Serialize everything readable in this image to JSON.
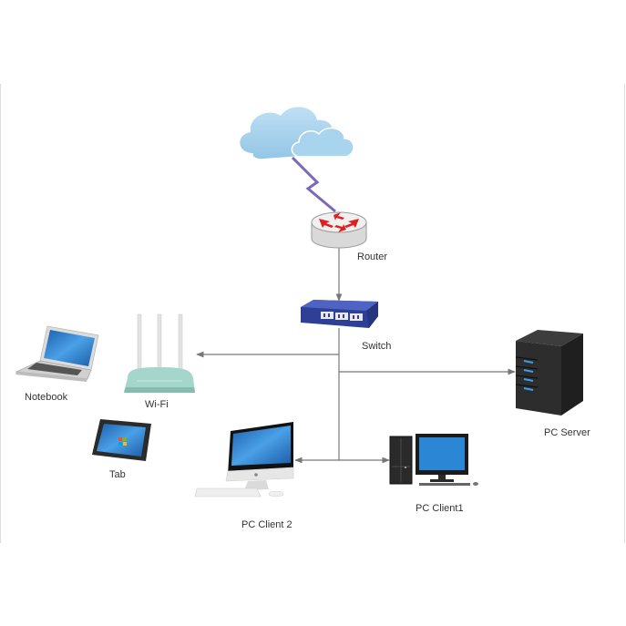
{
  "diagram": {
    "title": "",
    "nodes": [
      {
        "id": "cloud",
        "label": "",
        "type": "internet-cloud"
      },
      {
        "id": "router",
        "label": "Router",
        "type": "router"
      },
      {
        "id": "switch",
        "label": "Switch",
        "type": "network-switch"
      },
      {
        "id": "wifi",
        "label": "Wi-Fi",
        "type": "wireless-router"
      },
      {
        "id": "notebook",
        "label": "Notebook",
        "type": "laptop"
      },
      {
        "id": "tab",
        "label": "Tab",
        "type": "tablet"
      },
      {
        "id": "pc_client_2",
        "label": "PC Client 2",
        "type": "all-in-one-desktop"
      },
      {
        "id": "pc_client_1",
        "label": "PC Client1",
        "type": "desktop-tower"
      },
      {
        "id": "pc_server",
        "label": "PC Server",
        "type": "server-tower"
      }
    ],
    "edges": [
      {
        "from": "cloud",
        "to": "router",
        "style": "lightning"
      },
      {
        "from": "router",
        "to": "switch",
        "style": "arrow"
      },
      {
        "from": "switch",
        "to": "wifi",
        "style": "arrow"
      },
      {
        "from": "switch",
        "to": "pc_server",
        "style": "arrow"
      },
      {
        "from": "switch",
        "to": "pc_client_2",
        "style": "arrow"
      },
      {
        "from": "switch",
        "to": "pc_client_1",
        "style": "arrow"
      }
    ],
    "colors": {
      "cloud": "#a9d4ee",
      "lightning": "#7b68b8",
      "router_arrows": "#e02020",
      "switch_body": "#3b4fa8",
      "wifi_body": "#9fd1c6",
      "screen": "#2a7fd0",
      "server_body": "#2f2f2f",
      "server_led": "#3aa0e8",
      "connector": "#777777"
    }
  }
}
